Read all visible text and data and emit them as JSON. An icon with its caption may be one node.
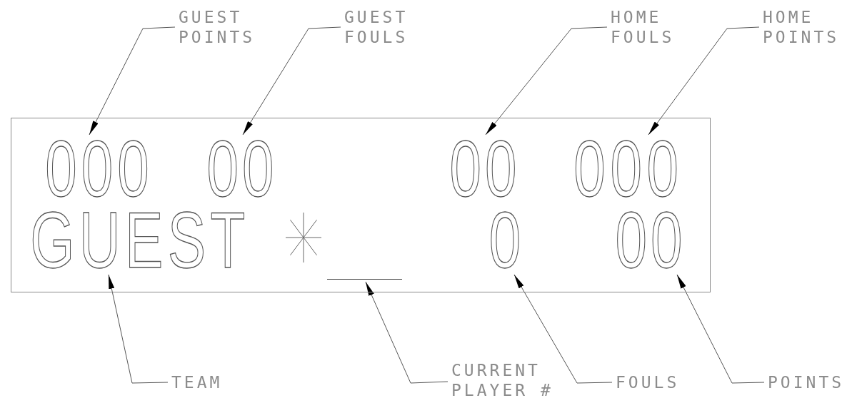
{
  "diagram": {
    "nodes": [
      {
        "text": [],
        "shape": "box"
      },
      {
        "text": [
          "000"
        ],
        "in": 0
      },
      {
        "text": [
          "00"
        ],
        "in": 0
      },
      {
        "text": [
          "00"
        ],
        "in": 0
      },
      {
        "text": [
          "000"
        ],
        "in": 0
      },
      {
        "text": [
          "GUEST"
        ],
        "in": 0
      },
      {
        "text": [],
        "shape": "bar",
        "in": 0
      },
      {
        "text": [
          "0"
        ],
        "in": 0
      },
      {
        "text": [
          "00"
        ],
        "in": 0
      },
      {
        "text": [
          "GUEST POINTS"
        ]
      },
      {
        "text": [
          "GUEST FOULS"
        ]
      },
      {
        "text": [
          "HOME FOULS"
        ]
      },
      {
        "text": [
          "HOME POINTS"
        ]
      },
      {
        "text": [
          "TEAM"
        ]
      },
      {
        "text": [
          "CURRENT PLAYER #"
        ]
      },
      {
        "text": [
          "FOULS"
        ]
      },
      {
        "text": [
          "POINTS"
        ]
      }
    ],
    "edges": [
      {
        "from": 9,
        "to": 1,
        "arrow": "to"
      },
      {
        "from": 10,
        "to": 2,
        "arrow": "to"
      },
      {
        "from": 11,
        "to": 3,
        "arrow": "to"
      },
      {
        "from": 12,
        "to": 4,
        "arrow": "to"
      },
      {
        "from": 13,
        "to": 5,
        "arrow": "to"
      },
      {
        "from": 14,
        "to": 6,
        "arrow": "to"
      },
      {
        "from": 15,
        "to": 7,
        "arrow": "to"
      },
      {
        "from": 16,
        "to": 8,
        "arrow": "to"
      }
    ]
  }
}
